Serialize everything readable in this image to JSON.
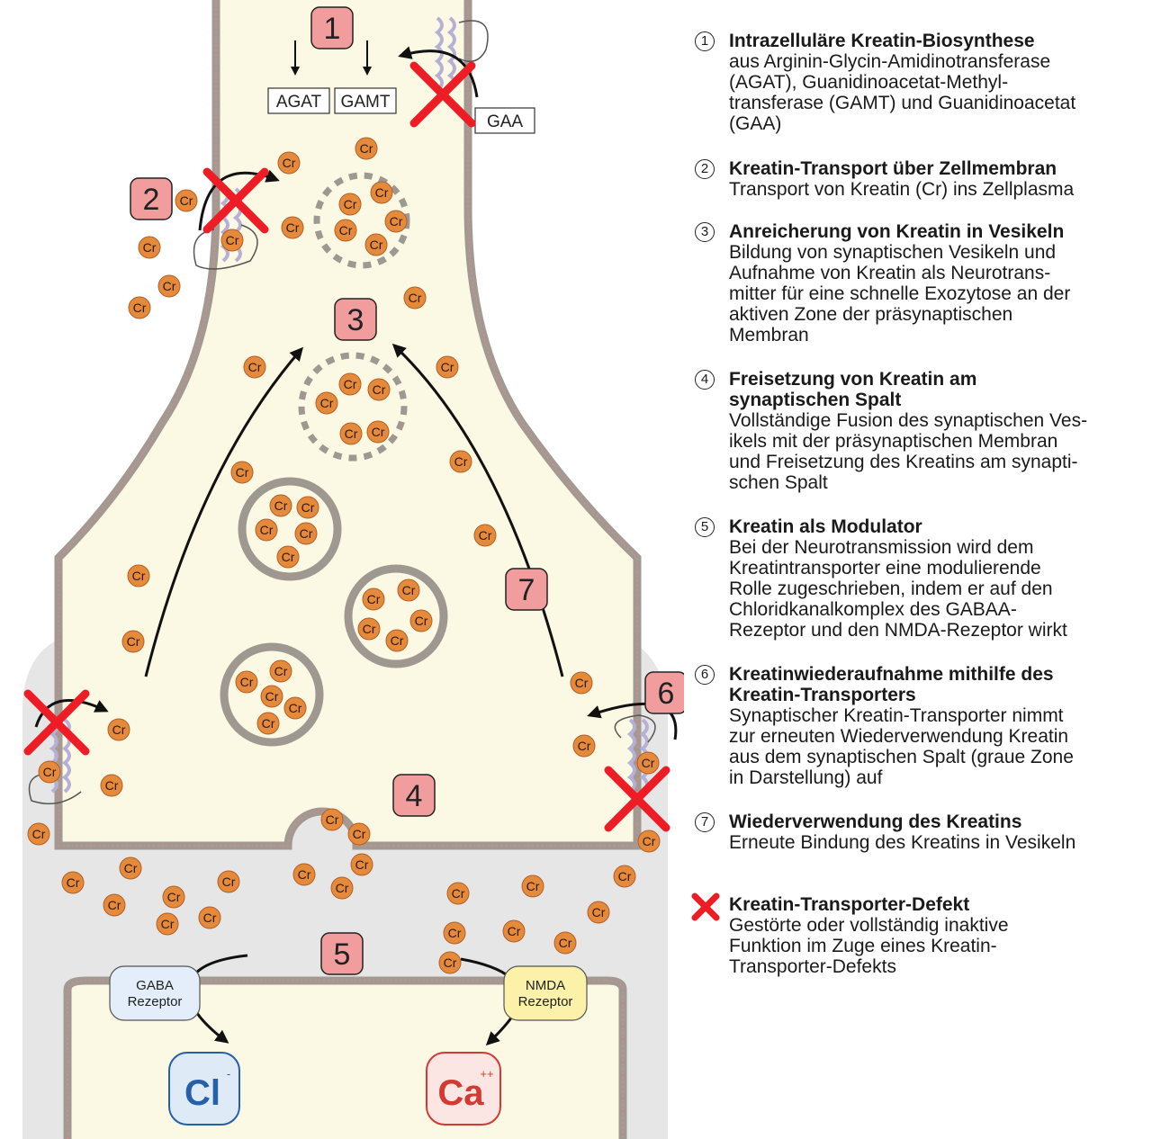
{
  "diagram": {
    "enzymes": {
      "agat": "AGAT",
      "gamt": "GAMT",
      "gaa": "GAA"
    },
    "creatine_label": "Cr",
    "receptors": {
      "gaba": {
        "line1": "GABA",
        "line2": "Rezeptor",
        "color": "#e3eefa"
      },
      "nmda": {
        "line1": "NMDA",
        "line2": "Rezeptor",
        "color": "#fbf1a8"
      }
    },
    "ions": {
      "chloride": {
        "symbol": "Cl",
        "charge": "-",
        "color": "#2660a8"
      },
      "calcium": {
        "symbol": "Ca",
        "charge": "++",
        "color": "#d23a33"
      }
    },
    "step_badges": [
      "1",
      "2",
      "3",
      "4",
      "5",
      "6",
      "7"
    ],
    "colors": {
      "cytoplasm": "#fbf8e4",
      "synaptic_cleft": "#e6e6e6",
      "creatine": "#e58a3a",
      "badge": "#f19d9d",
      "defect_cross": "#ee1c24"
    }
  },
  "legend": {
    "entries": [
      {
        "num": "1",
        "title": "Intrazelluläre Kreatin-Biosynthese",
        "lines": [
          "aus Arginin-Glycin-Amidinotransferase",
          "(AGAT), Guanidinoacetat-Methyl-",
          "transferase (GAMT) und Guanidinoacetat",
          "(GAA)"
        ]
      },
      {
        "num": "2",
        "title": "Kreatin-Transport über Zellmembran",
        "lines": [
          "Transport von Kreatin (Cr) ins Zellplasma"
        ]
      },
      {
        "num": "3",
        "title": "Anreicherung von Kreatin in Vesikeln",
        "lines": [
          "Bildung von synaptischen Vesikeln und",
          "Aufnahme von Kreatin als Neurotrans-",
          "mitter für eine schnelle Exozytose an der",
          "aktiven Zone der präsynaptischen",
          "Membran"
        ]
      },
      {
        "num": "4",
        "title": "Freisetzung von Kreatin am\nsynaptischen Spalt",
        "lines": [
          "Vollständige Fusion des synaptischen Ves-",
          "ikels mit der präsynaptischen Membran",
          "und Freisetzung des Kreatins am synapti-",
          "schen Spalt"
        ]
      },
      {
        "num": "5",
        "title": "Kreatin als Modulator",
        "lines": [
          "Bei der Neurotransmission wird dem",
          "Kreatintransporter eine modulierende",
          "Rolle zugeschrieben, indem er auf den",
          "Chloridkanalkomplex des GABAA-",
          "Rezeptor und den NMDA-Rezeptor wirkt"
        ]
      },
      {
        "num": "6",
        "title": "Kreatinwiederaufnahme mithilfe des\nKreatin-Transporters",
        "lines": [
          "Synaptischer Kreatin-Transporter nimmt",
          "zur erneuten  Wiederverwendung Kreatin",
          "aus dem synaptischen Spalt (graue Zone",
          "in Darstellung) auf"
        ]
      },
      {
        "num": "7",
        "title": "Wiederverwendung des Kreatins",
        "lines": [
          "Erneute Bindung des Kreatins in Vesikeln"
        ]
      }
    ],
    "defect": {
      "title": "Kreatin-Transporter-Defekt",
      "lines": [
        "Gestörte oder vollständig inaktive",
        "Funktion im Zuge eines Kreatin-",
        "Transporter-Defekts"
      ]
    }
  }
}
